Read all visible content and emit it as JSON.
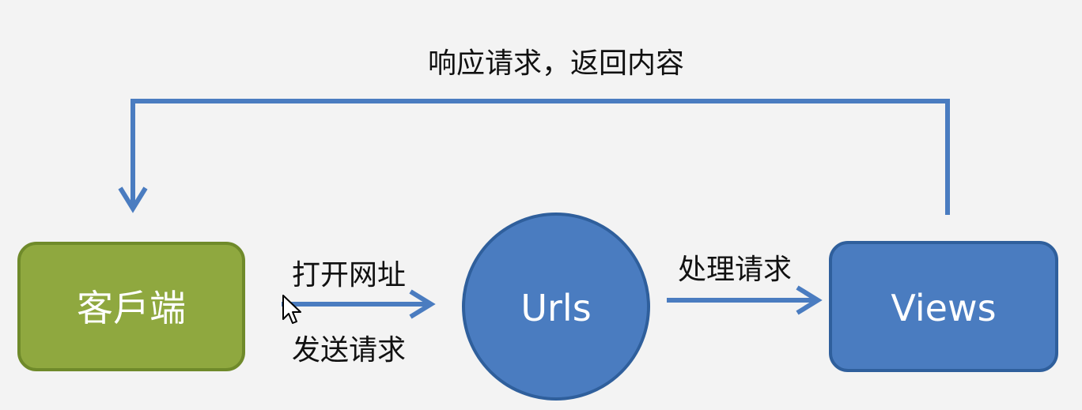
{
  "colors": {
    "background": "#f3f3f3",
    "client_fill": "#8fa83f",
    "client_border": "#6f8a2a",
    "blue_fill": "#4a7cc0",
    "blue_border": "#2f5f9c",
    "arrow": "#4a7cc0",
    "edge_text": "#111111",
    "node_text": "#ffffff"
  },
  "nodes": {
    "client": {
      "label": "客戶端"
    },
    "urls": {
      "label": "Urls"
    },
    "views": {
      "label": "Views"
    }
  },
  "edges": {
    "client_to_urls": {
      "label_top": "打开网址",
      "label_bottom": "发送请求"
    },
    "urls_to_views": {
      "label": "处理请求"
    },
    "views_to_client": {
      "label": "响应请求，返回内容"
    }
  }
}
